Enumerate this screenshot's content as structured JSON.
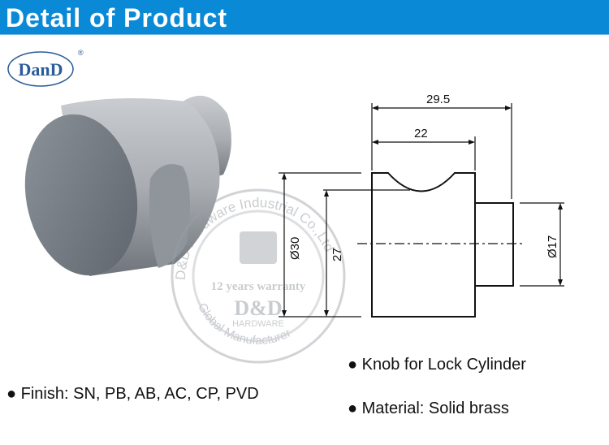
{
  "header": {
    "title": "Detail of Product",
    "color": "#0a8ad6"
  },
  "logo": {
    "text": "DanD",
    "mark": "®"
  },
  "watermark": {
    "top_arc": "D&D Hardware Industrial Co.,Ltd",
    "warranty": "12 years warranty",
    "brand": "D&D",
    "sub": "HARDWARE",
    "bottom_arc": "Global Manufacturer"
  },
  "drawing": {
    "dims": {
      "overall_length": "29.5",
      "body_length": "22",
      "body_diameter": "Ø30",
      "groove_height": "27",
      "stem_diameter": "Ø17"
    }
  },
  "specs": {
    "product": "● Knob for Lock Cylinder",
    "finish": "● Finish: SN, PB, AB, AC, CP, PVD",
    "material": "● Material: Solid brass"
  }
}
